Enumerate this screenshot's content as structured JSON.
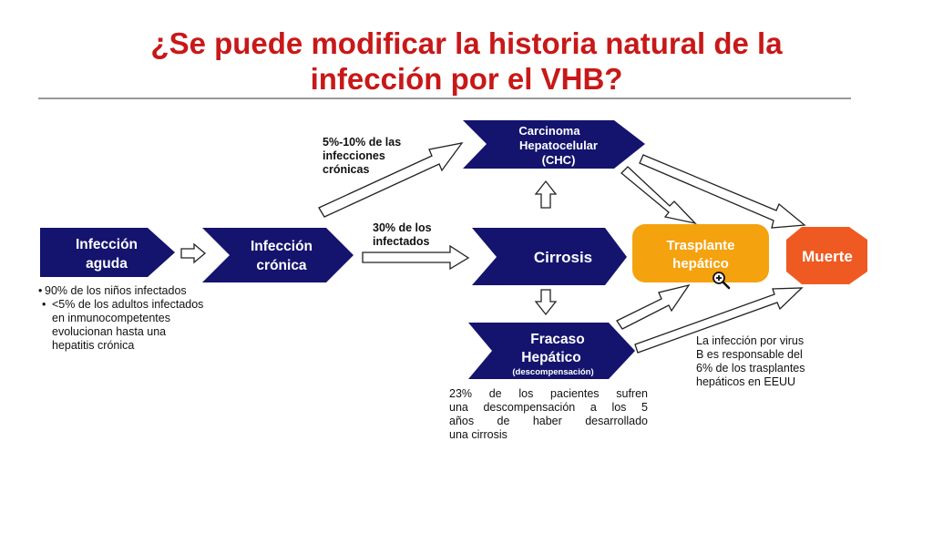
{
  "title": {
    "line1": "¿Se puede modificar la historia natural de la",
    "line2": "infección por el VHB?"
  },
  "nodes": {
    "acute": {
      "line1": "Infección",
      "line2": "aguda"
    },
    "chronic": {
      "line1": "Infección",
      "line2": "crónica"
    },
    "chc": {
      "line1": "Carcinoma",
      "line2": "Hepatocelular",
      "line3": "(CHC)"
    },
    "cirrhosis": {
      "line1": "Cirrosis"
    },
    "failure": {
      "line1": "Fracaso",
      "line2": "Hepático",
      "line3": "(descompensación)"
    },
    "transplant": {
      "line1": "Trasplante",
      "line2": "hepático"
    },
    "death": {
      "line1": "Muerte"
    }
  },
  "labels": {
    "to_chc": [
      "5%-10% de las",
      "infecciones",
      "crónicas"
    ],
    "to_cirrhosis": [
      "30% de los",
      "infectados"
    ]
  },
  "notes": {
    "acute_bullets": [
      {
        "bullet": "•",
        "text": "90% de los niños infectados"
      },
      {
        "bullet": "•",
        "text": "<5% de los adultos infectados en inmunocompetentes evolucionan hasta una hepatitis crónica"
      }
    ],
    "decomp": [
      "23% de los pacientes sufren",
      "una descompensación a los 5",
      "años de haber desarrollado",
      "una cirrosis"
    ],
    "transplant_note": [
      "La infección por virus",
      "B es responsable del",
      "6% de los trasplantes",
      "hepáticos en EEUU"
    ]
  },
  "colors": {
    "title": "#c81818",
    "navy": "#14146e",
    "transplant": "#f5a20f",
    "death": "#ee5a22"
  },
  "icons": [
    "zoom-in-icon"
  ]
}
